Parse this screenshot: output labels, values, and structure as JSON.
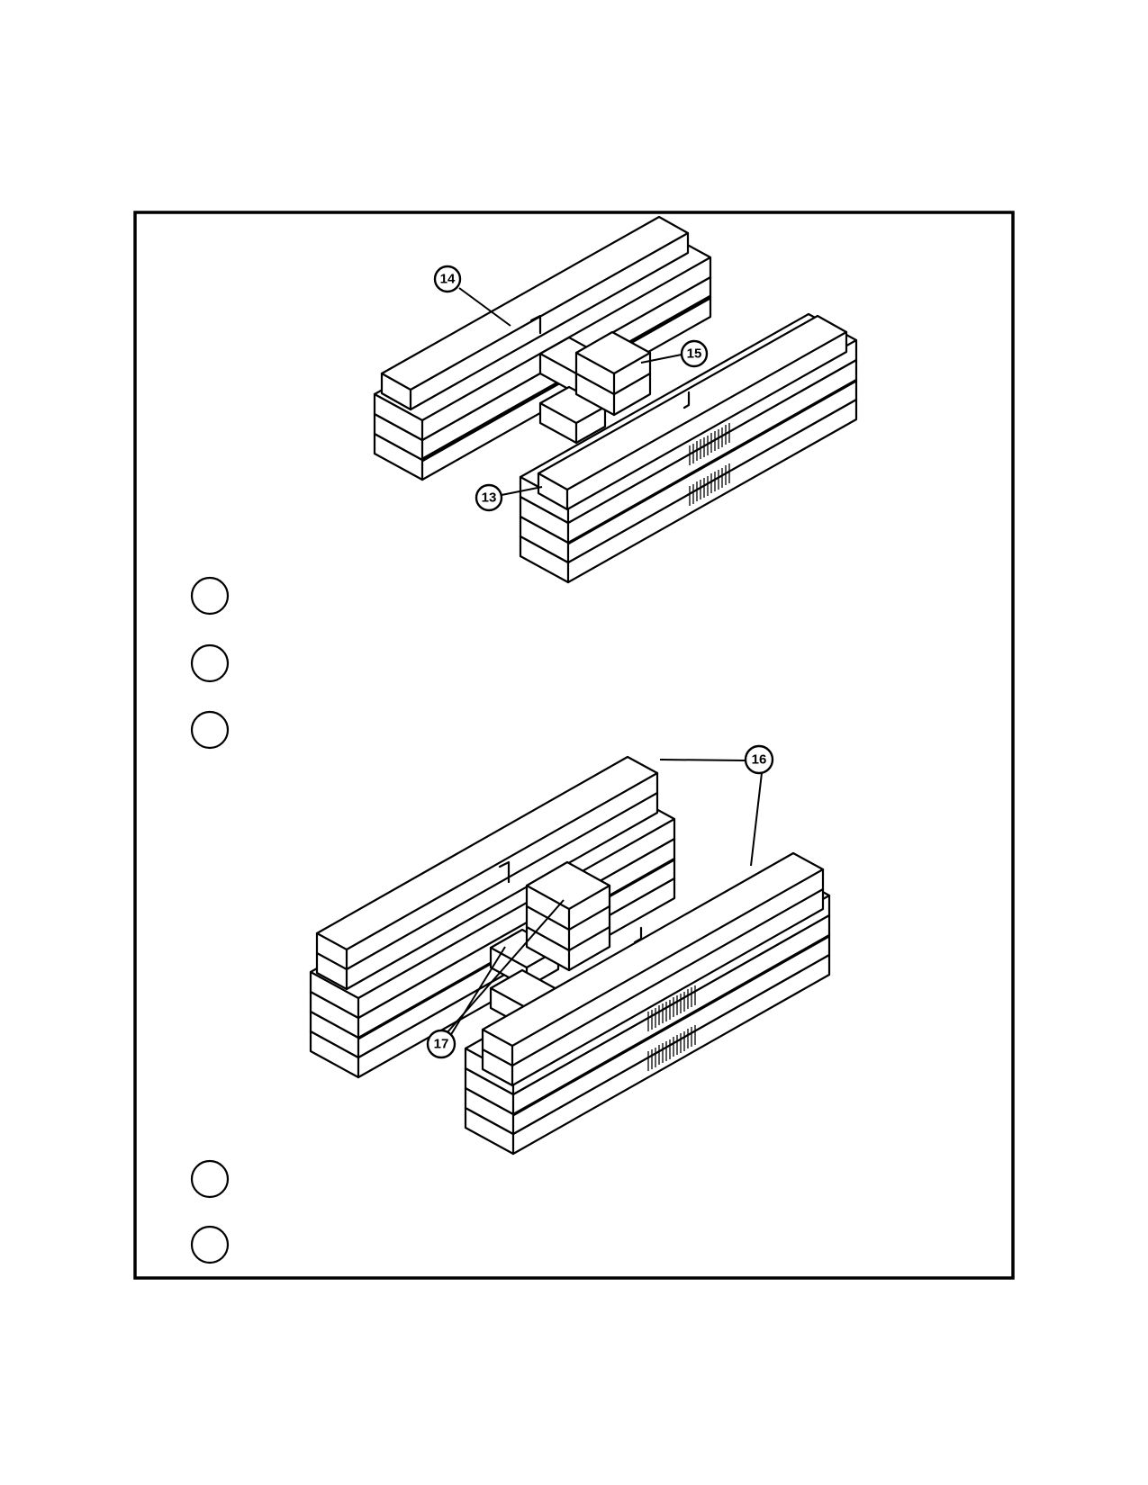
{
  "callouts": {
    "c13": "13",
    "c14": "14",
    "c15": "15",
    "c16": "16",
    "c17": "17"
  },
  "colors": {
    "ink": "#000000",
    "paper": "#ffffff"
  }
}
